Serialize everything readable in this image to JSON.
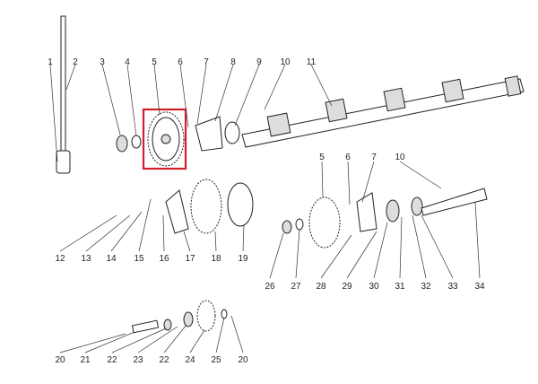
{
  "diagram": {
    "type": "exploded-parts-diagram",
    "highlight_color": "#d0202a",
    "highlighted_part": "5",
    "top_labels": [
      "1",
      "2",
      "3",
      "4",
      "5",
      "6",
      "7",
      "8",
      "9",
      "10",
      "11"
    ],
    "right_labels_top": [
      "5",
      "6",
      "7",
      "10"
    ],
    "middle_left_labels": [
      "12",
      "13",
      "14",
      "15",
      "16",
      "17",
      "18",
      "19"
    ],
    "middle_right_labels": [
      "26",
      "27",
      "28",
      "29",
      "30",
      "31",
      "32",
      "33",
      "34"
    ],
    "bottom_labels": [
      "20",
      "21",
      "22",
      "23",
      "22",
      "24",
      "25",
      "20"
    ]
  }
}
